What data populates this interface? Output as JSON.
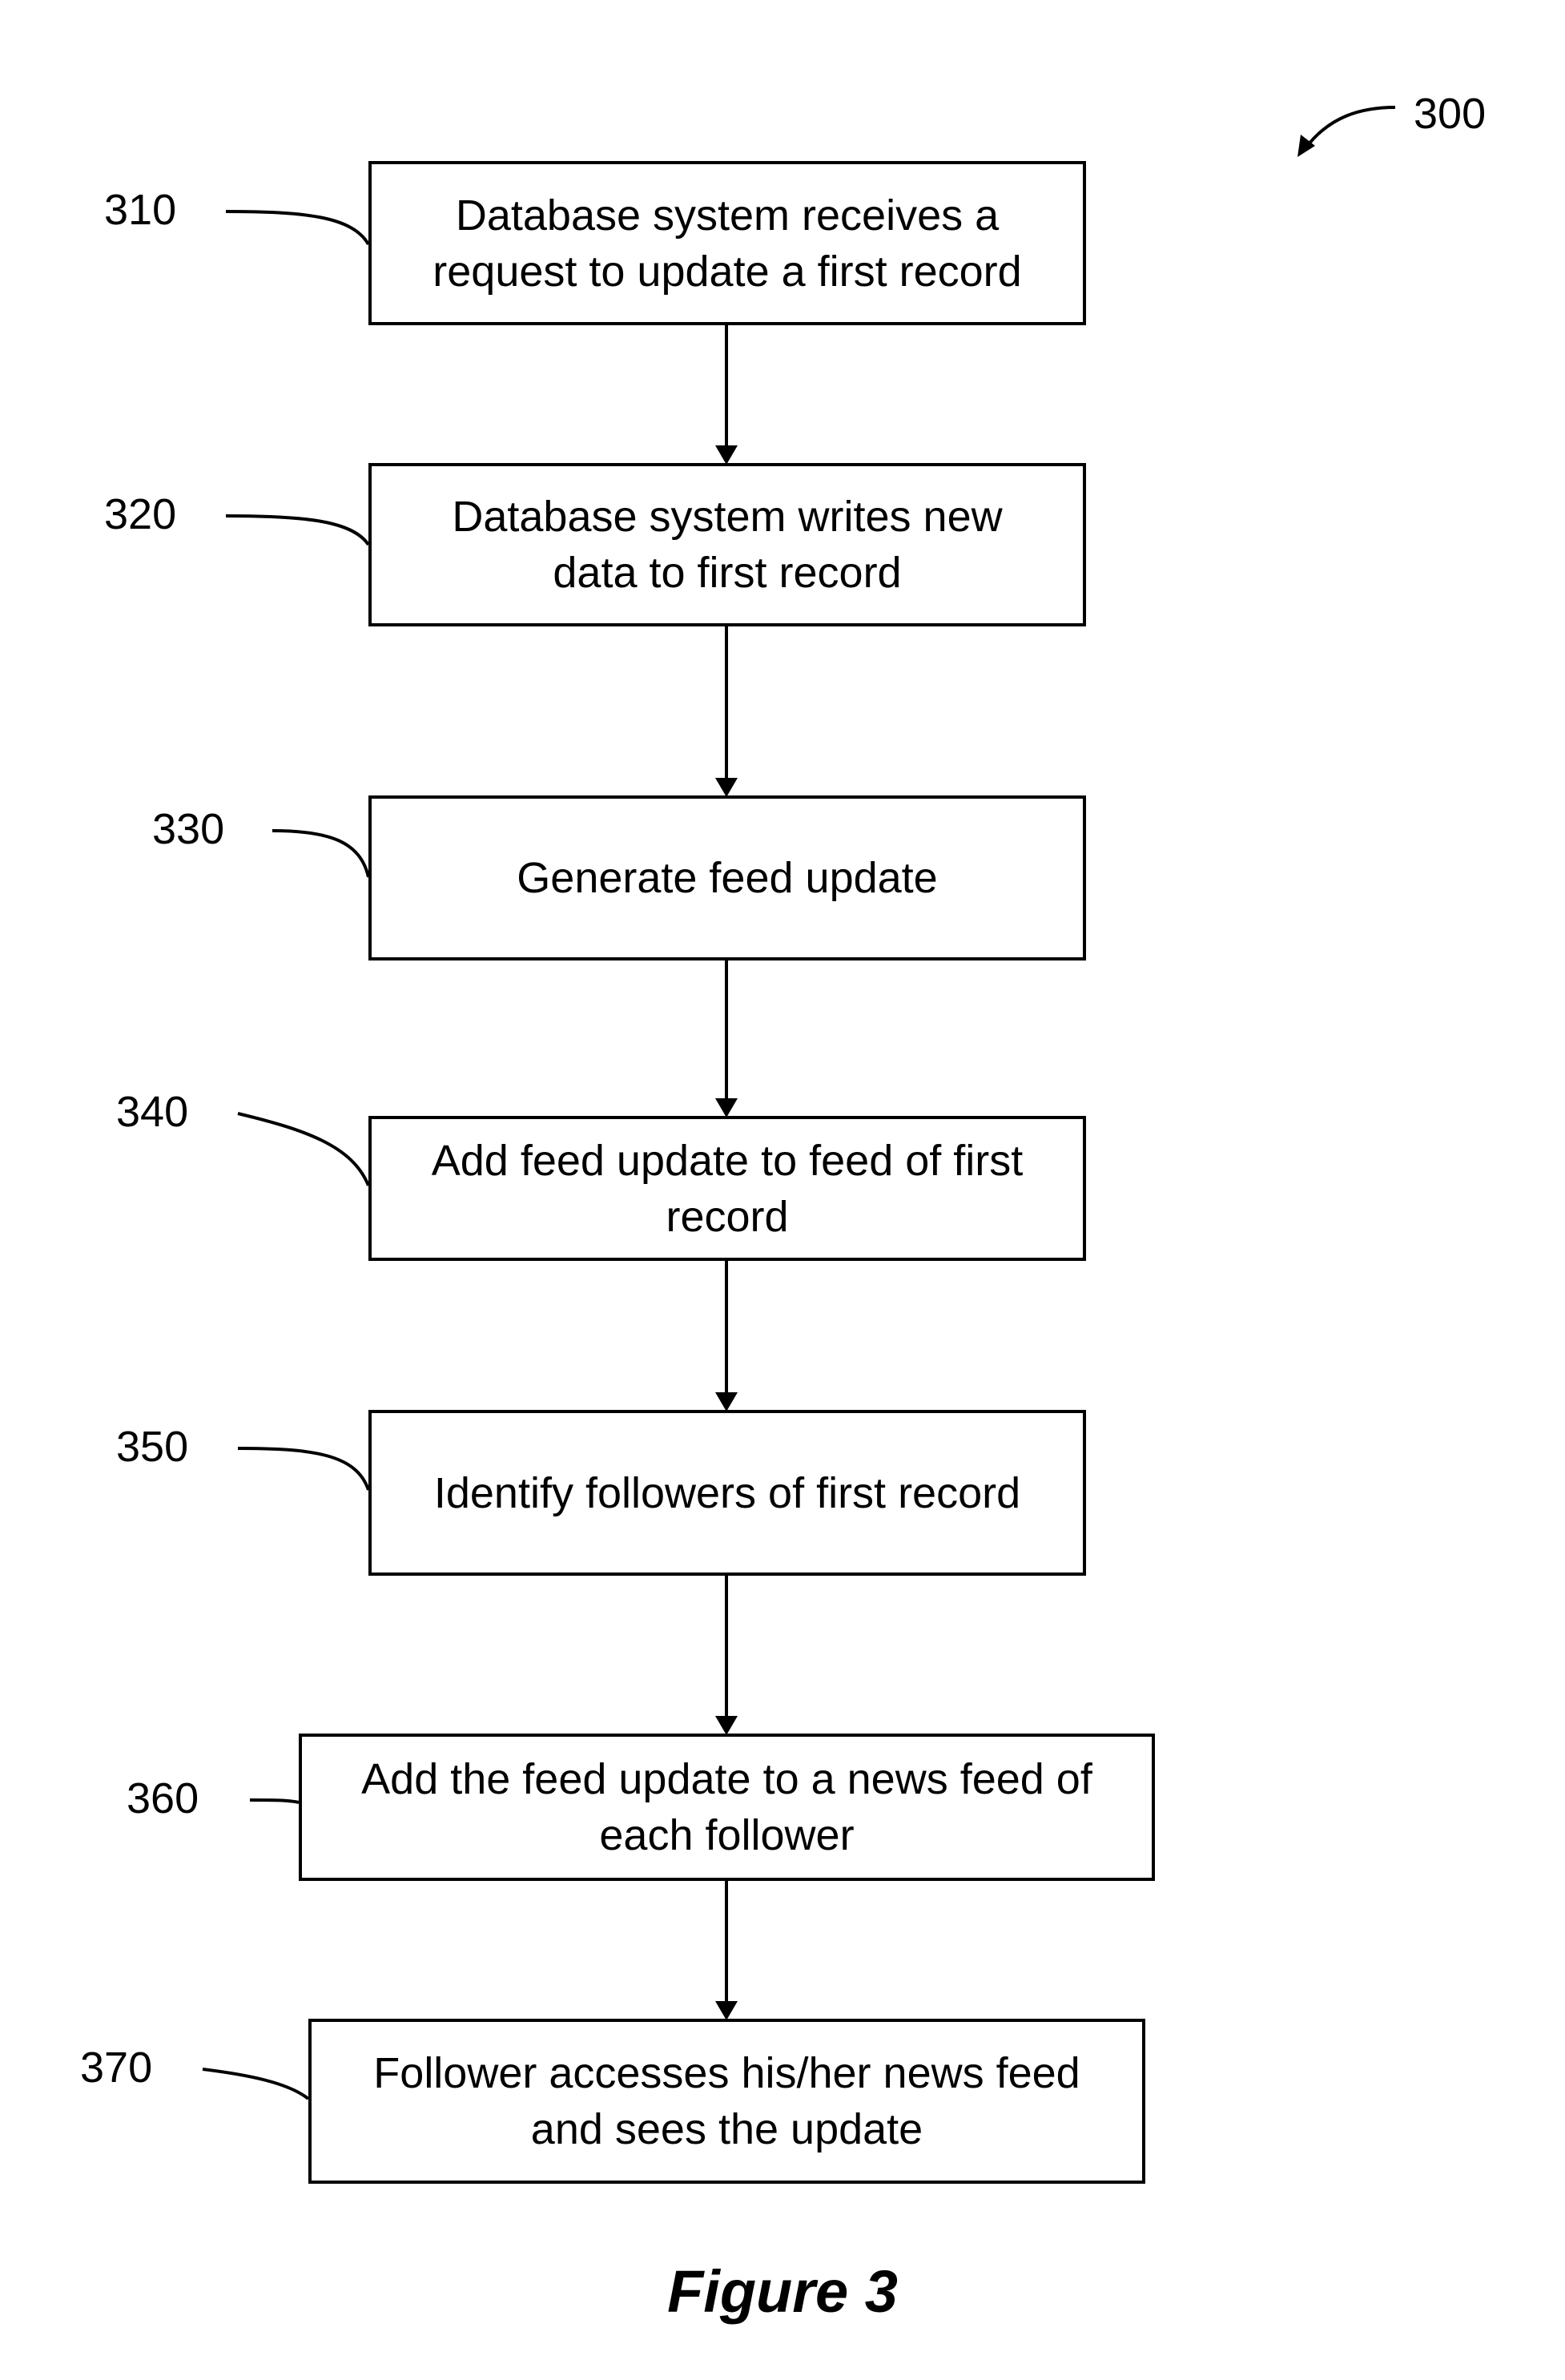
{
  "figure": {
    "ref": "300",
    "caption": "Figure 3"
  },
  "steps": [
    {
      "ref": "310",
      "text": "Database system receives a\nrequest to update a first record"
    },
    {
      "ref": "320",
      "text": "Database system writes new\ndata to first record"
    },
    {
      "ref": "330",
      "text": "Generate feed update"
    },
    {
      "ref": "340",
      "text": "Add feed update to feed of first\nrecord"
    },
    {
      "ref": "350",
      "text": "Identify followers of first record"
    },
    {
      "ref": "360",
      "text": "Add the feed update to a news feed of\neach follower"
    },
    {
      "ref": "370",
      "text": "Follower accesses his/her news feed\nand sees the update"
    }
  ]
}
